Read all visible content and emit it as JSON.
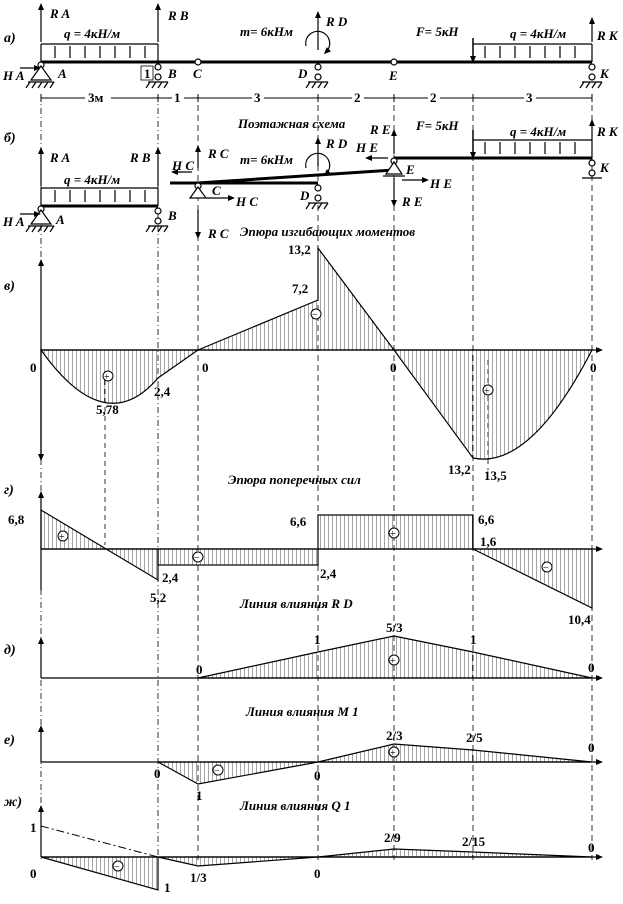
{
  "rows": {
    "a": "а)",
    "b": "б)",
    "v": "в)",
    "g": "г)",
    "d": "д)",
    "e": "е)",
    "zh": "ж)"
  },
  "scheme_a": {
    "RA": "R A",
    "RB": "R B",
    "RD": "R D",
    "RK": "R K",
    "HA": "H A",
    "A": "A",
    "B": "B",
    "C": "C",
    "D": "D",
    "E": "E",
    "K": "K",
    "one": "1",
    "q1": "q = 4кН/м",
    "q2": "q = 4кН/м",
    "m": "m= 6кНм",
    "F": "F= 5кН",
    "spans": [
      "3м",
      "1",
      "3",
      "2",
      "2",
      "3"
    ]
  },
  "scheme_b": {
    "title": "Поэтажная схема",
    "RA": "R A",
    "RB": "R B",
    "RC_top": "R C",
    "RC_bot": "R C",
    "HC_left": "H C",
    "HC_right": "H C",
    "RD": "R D",
    "RE_top": "R E",
    "RE_bot": "R E",
    "HE_left": "H E",
    "HE_right": "H E",
    "RK": "R K",
    "HA": "H A",
    "A": "A",
    "B": "B",
    "C": "C",
    "D": "D",
    "E": "E",
    "K": "K",
    "q1": "q = 4кН/м",
    "q2": "q = 4кН/м",
    "m": "m= 6кНм",
    "F": "F= 5кН"
  },
  "moments": {
    "title": "Эпюра изгибающих моментов",
    "labels": {
      "zeroA": "0",
      "v578": "5,78",
      "v24": "2,4",
      "zeroC": "0",
      "v72": "7,2",
      "v132top": "13,2",
      "zeroE": "0",
      "v132bot": "13,2",
      "v135": "13,5",
      "zeroK": "0"
    },
    "signs": {
      "plus1": "+",
      "minus": "−",
      "plus2": "+"
    }
  },
  "shear": {
    "title": "Эпюра поперечных сил",
    "labels": {
      "v68": "6,8",
      "v24a": "2,4",
      "v52": "5,2",
      "v66a": "6,6",
      "v24b": "2,4",
      "v66b": "6,6",
      "v16": "1,6",
      "v104": "10,4"
    },
    "signs": {
      "plus1": "+",
      "minus1": "−",
      "plus2": "+",
      "minus2": "−"
    }
  },
  "il_rd": {
    "title": "Линия влияния R D",
    "labels": {
      "zeroC": "0",
      "oneD": "1",
      "top": "5/3",
      "oneF": "1",
      "zeroK": "0"
    },
    "signs": {
      "plus": "+"
    }
  },
  "il_m1": {
    "title": "Линия влияния M 1",
    "labels": {
      "zeroB": "0",
      "oneC": "1",
      "zeroD": "0",
      "top": "2/3",
      "f25": "2/5",
      "zeroK": "0"
    },
    "signs": {
      "minus": "−",
      "plus": "+"
    }
  },
  "il_q1": {
    "title": "Линия влияния Q 1",
    "labels": {
      "oneA": "1",
      "zeroA": "0",
      "oneB": "1",
      "c13": "1/3",
      "zeroD": "0",
      "top": "2/9",
      "f215": "2/15",
      "zeroK": "0"
    },
    "signs": {
      "minus": "−"
    }
  }
}
